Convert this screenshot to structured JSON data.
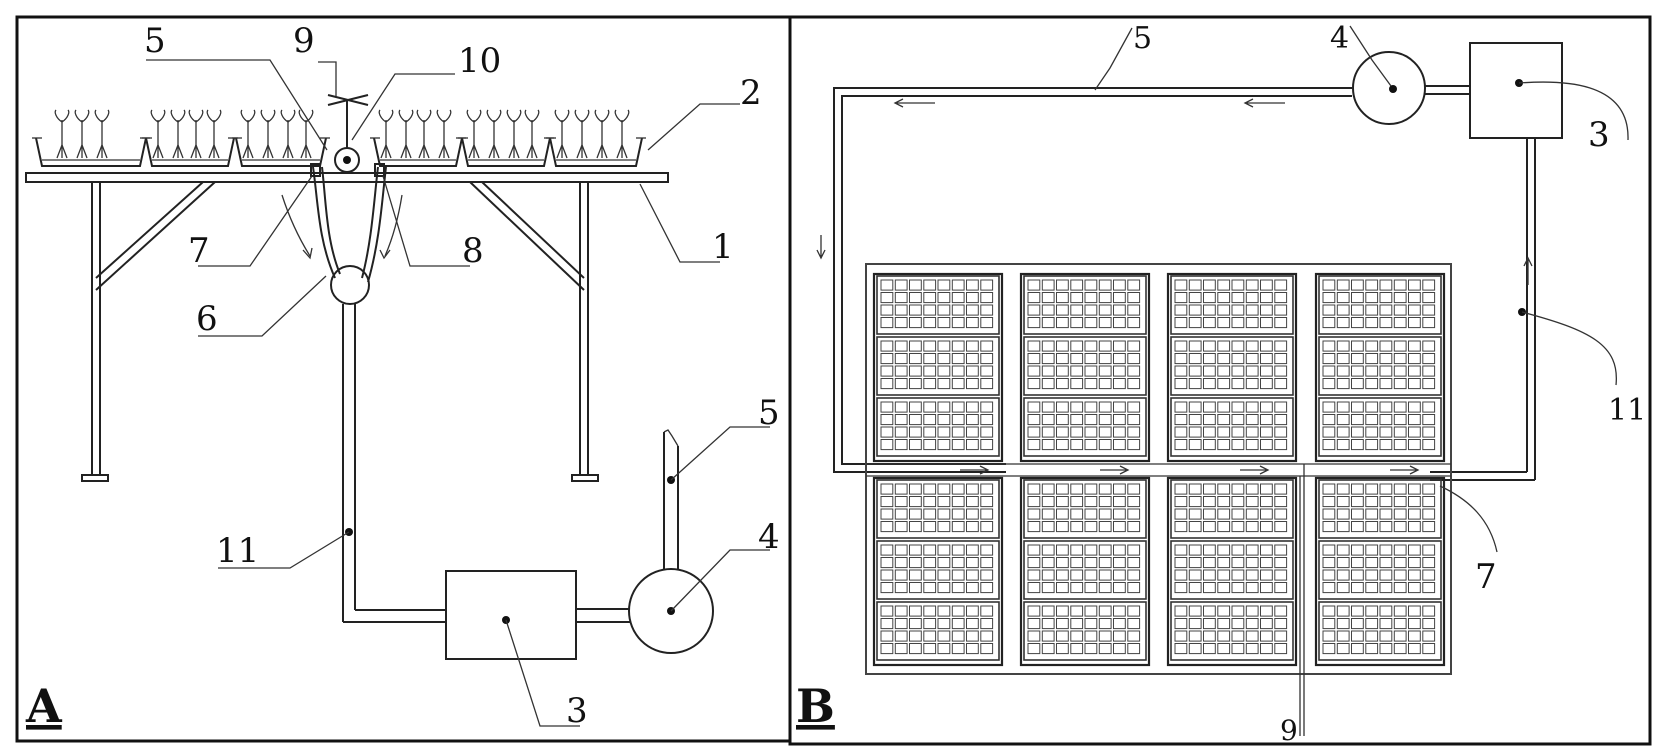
{
  "panels": [
    {
      "id": "A",
      "label": "A"
    },
    {
      "id": "B",
      "label": "B"
    }
  ],
  "panel_a_labels": {
    "l1": "1",
    "l2": "2",
    "l3": "3",
    "l4": "4",
    "l5a": "5",
    "l5b": "5",
    "l6": "6",
    "l7": "7",
    "l8": "8",
    "l9": "9",
    "l10": "10",
    "l11": "11"
  },
  "panel_b_labels": {
    "l3": "3",
    "l4": "4",
    "l5": "5",
    "l7": "7",
    "l9": "9",
    "l11": "11"
  },
  "grid": {
    "rows": 2,
    "cols": 4,
    "subrows": 3,
    "cell_rows": 4,
    "cell_cols": 8
  }
}
